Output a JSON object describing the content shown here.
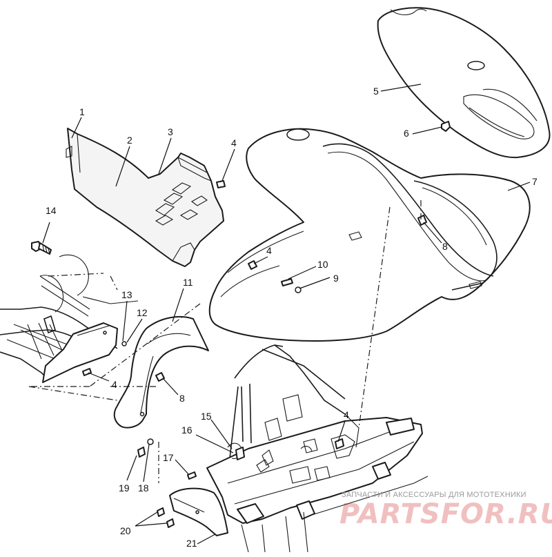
{
  "diagram": {
    "callouts": {
      "c1": "1",
      "c2": "2",
      "c3": "3",
      "c4a": "4",
      "c5": "5",
      "c6": "6",
      "c7": "7",
      "c4b": "4",
      "c8a": "8",
      "c10": "10",
      "c9": "9",
      "c14": "14",
      "c13": "13",
      "c12": "12",
      "c11": "11",
      "c8b": "8",
      "c4c": "4",
      "c15": "15",
      "c4d": "4",
      "c16": "16",
      "c17": "17",
      "c19": "19",
      "c18": "18",
      "c20": "20",
      "c21": "21"
    }
  },
  "watermark": {
    "caption": "ЗАПЧАСТИ И АКСЕССУАРЫ ДЛЯ МОТОТЕХНИКИ",
    "logo": "PARTSFOR.RU"
  }
}
